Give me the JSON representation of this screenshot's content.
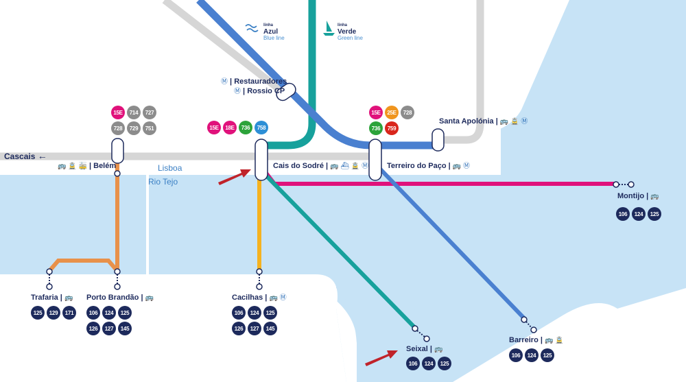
{
  "ferry_lines": [
    {
      "brand": "linha",
      "name": "Azul",
      "english": "Blue line",
      "color": "#3a7fc4",
      "icon": "ferry-wave-icon"
    },
    {
      "brand": "linha",
      "name": "Verde",
      "english": "Green line",
      "color": "#1a9e9a",
      "icon": "sailboat-icon"
    }
  ],
  "water_labels": {
    "lisboa": "Lisboa",
    "tejo": "Rio Tejo"
  },
  "stations": {
    "cascais": {
      "label": "Cascais",
      "arrow": "←"
    },
    "belem": {
      "label": "Belém",
      "icons": "🚌 🚊 🚋"
    },
    "restauradores": {
      "label": "Restauradores",
      "icon": "Ⓜ"
    },
    "rossio": {
      "label": "Rossio CP",
      "icon": "Ⓜ"
    },
    "cais_do_sodre": {
      "label": "Cais do Sodré",
      "icons": "🚌 ⛴ 🚊 Ⓜ"
    },
    "terreiro_do_paco": {
      "label": "Terreiro do Paço",
      "icons": "🚌 Ⓜ"
    },
    "santa_apolonia": {
      "label": "Santa Apolónia",
      "icons": "🚌 🚊 Ⓜ"
    },
    "montijo": {
      "label": "Montijo",
      "icons": "🚌"
    },
    "trafaria": {
      "label": "Trafaria",
      "icons": "🚌"
    },
    "porto_brandao": {
      "label": "Porto Brandão",
      "icons": "🚌"
    },
    "cacilhas": {
      "label": "Cacilhas",
      "icons": "🚌 Ⓜ"
    },
    "seixal": {
      "label": "Seixal",
      "icons": "🚌"
    },
    "barreiro": {
      "label": "Barreiro",
      "icons": "🚌 🚊"
    }
  },
  "badge_groups": {
    "belem": [
      {
        "t": "15E",
        "c": "#e0127b"
      },
      {
        "t": "714",
        "c": "#8c8c8c"
      },
      {
        "t": "727",
        "c": "#8c8c8c"
      },
      {
        "t": "728",
        "c": "#8c8c8c"
      },
      {
        "t": "729",
        "c": "#8c8c8c"
      },
      {
        "t": "751",
        "c": "#8c8c8c"
      }
    ],
    "cais": [
      {
        "t": "15E",
        "c": "#e0127b"
      },
      {
        "t": "18E",
        "c": "#e0127b"
      },
      {
        "t": "736",
        "c": "#2ca33a"
      },
      {
        "t": "758",
        "c": "#2d8fd6"
      }
    ],
    "terreiro": [
      {
        "t": "15E",
        "c": "#e0127b"
      },
      {
        "t": "25E",
        "c": "#f0951e"
      },
      {
        "t": "728",
        "c": "#8c8c8c"
      },
      {
        "t": "736",
        "c": "#2ca33a"
      },
      {
        "t": "759",
        "c": "#d9261c"
      }
    ],
    "montijo": [
      {
        "t": "106",
        "c": "#1d2a5c"
      },
      {
        "t": "124",
        "c": "#1d2a5c"
      },
      {
        "t": "125",
        "c": "#1d2a5c"
      }
    ],
    "trafaria": [
      {
        "t": "125",
        "c": "#1d2a5c"
      },
      {
        "t": "129",
        "c": "#1d2a5c"
      },
      {
        "t": "171",
        "c": "#1d2a5c"
      }
    ],
    "porto_brandao": [
      {
        "t": "106",
        "c": "#1d2a5c"
      },
      {
        "t": "124",
        "c": "#1d2a5c"
      },
      {
        "t": "125",
        "c": "#1d2a5c"
      },
      {
        "t": "126",
        "c": "#1d2a5c"
      },
      {
        "t": "127",
        "c": "#1d2a5c"
      },
      {
        "t": "145",
        "c": "#1d2a5c"
      }
    ],
    "cacilhas": [
      {
        "t": "106",
        "c": "#1d2a5c"
      },
      {
        "t": "124",
        "c": "#1d2a5c"
      },
      {
        "t": "125",
        "c": "#1d2a5c"
      },
      {
        "t": "126",
        "c": "#1d2a5c"
      },
      {
        "t": "127",
        "c": "#1d2a5c"
      },
      {
        "t": "145",
        "c": "#1d2a5c"
      }
    ],
    "seixal": [
      {
        "t": "106",
        "c": "#1d2a5c"
      },
      {
        "t": "124",
        "c": "#1d2a5c"
      },
      {
        "t": "125",
        "c": "#1d2a5c"
      }
    ],
    "barreiro": [
      {
        "t": "106",
        "c": "#1d2a5c"
      },
      {
        "t": "124",
        "c": "#1d2a5c"
      },
      {
        "t": "125",
        "c": "#1d2a5c"
      }
    ]
  },
  "colors": {
    "water": "#c7e3f6",
    "land": "#ffffff",
    "rail_grey": "#d6d6d6",
    "blue_line": "#4a80d0",
    "green_line": "#17a19c",
    "pink_line": "#e0127b",
    "yellow_line": "#f5b21f",
    "orange_line": "#e8914a",
    "arrow": "#c0232a",
    "text": "#1d2a5c"
  }
}
